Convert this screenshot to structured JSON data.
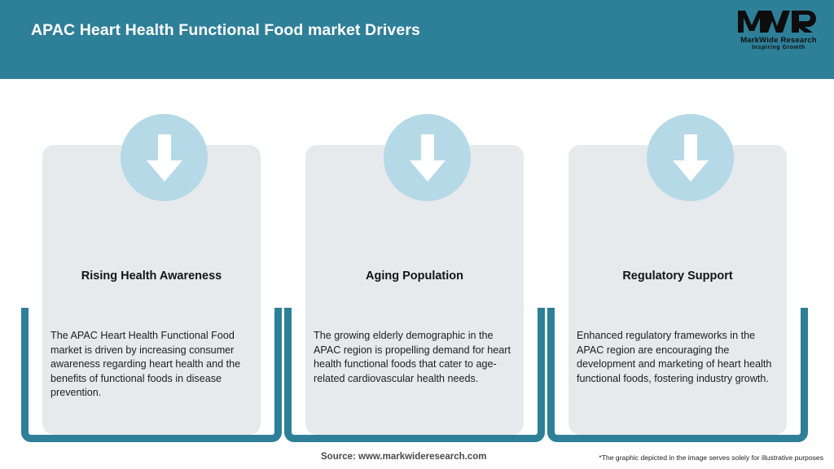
{
  "header": {
    "title": "APAC Heart Health Functional Food market Drivers",
    "background_color": "#2e7f98",
    "title_color": "#ffffff",
    "logo": {
      "mark_text": "MWR",
      "company_name": "MarkWide Research",
      "tagline": "Inspiring Growth"
    }
  },
  "cards": [
    {
      "icon": "down-arrow-icon",
      "title": "Rising Health Awareness",
      "body": "The APAC Heart Health Functional Food market is driven by increasing consumer awareness regarding heart health and the benefits of functional foods in disease prevention."
    },
    {
      "icon": "down-arrow-icon",
      "title": "Aging Population",
      "body": "The growing elderly demographic in the APAC region is propelling demand for heart health functional foods that cater to age-related cardiovascular health needs."
    },
    {
      "icon": "down-arrow-icon",
      "title": "Regulatory Support",
      "body": "Enhanced regulatory frameworks in the APAC region are encouraging the development and marketing of heart health functional foods, fostering industry growth."
    }
  ],
  "footer": {
    "source": "Source: www.markwideresearch.com",
    "disclaimer": "*The graphic depicted in the image serves solely for illustrative purposes"
  },
  "theme": {
    "accent": "#2e7f98",
    "card_background": "#e6eaec",
    "icon_circle": "#b5d9e6",
    "page_background": "#ffffff"
  }
}
